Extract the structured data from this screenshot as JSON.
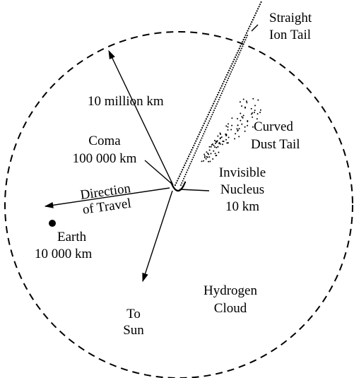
{
  "diagram": {
    "labels": {
      "ion_tail_line1": "Straight",
      "ion_tail_line2": "Ion Tail",
      "scale_10m": "10 million km",
      "dust_tail_line1": "Curved",
      "dust_tail_line2": "Dust Tail",
      "coma_line1": "Coma",
      "coma_line2": "100 000 km",
      "nucleus_line1": "Invisible",
      "nucleus_line2": "Nucleus",
      "nucleus_line3": "10 km",
      "direction_line1": "Direction",
      "direction_line2": "of Travel",
      "earth_line1": "Earth",
      "earth_line2": "10 000 km",
      "hydrogen_line1": "Hydrogen",
      "hydrogen_line2": "Cloud",
      "sun_line1": "To",
      "sun_line2": "Sun"
    },
    "colors": {
      "ink": "#000000",
      "background": "#ffffff"
    }
  }
}
